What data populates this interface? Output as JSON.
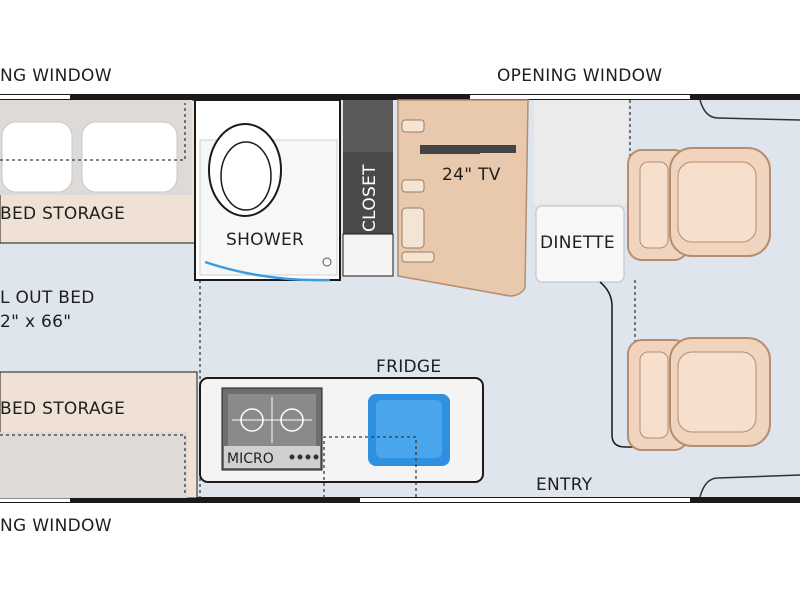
{
  "labels": {
    "top_left_window": "NG WINDOW",
    "top_right_window": "OPENING WINDOW",
    "bottom_left_window": "NG WINDOW",
    "bed_storage_top": "BED STORAGE",
    "bed_storage_bottom": "BED STORAGE",
    "pull_out_bed": "L OUT BED",
    "pull_out_bed_size": "2\" x 66\"",
    "shower": "SHOWER",
    "closet": "CLOSET",
    "tv": "24\" TV",
    "dinette": "DINETTE",
    "fridge": "FRIDGE",
    "micro": "MICRO",
    "entry": "ENTRY"
  },
  "colors": {
    "floor": "#dfe5ec",
    "wall": "#1a1a1a",
    "bed_storage": "#efe1d3",
    "cabinet_wood": "#e8c9ad",
    "seat": "#f0d4bd",
    "seat_outline": "#b58d70",
    "fridge": "#2f8fe0",
    "counter": "#f4f4f4",
    "closet": "#5a5a5a",
    "window": "#ffffff"
  }
}
